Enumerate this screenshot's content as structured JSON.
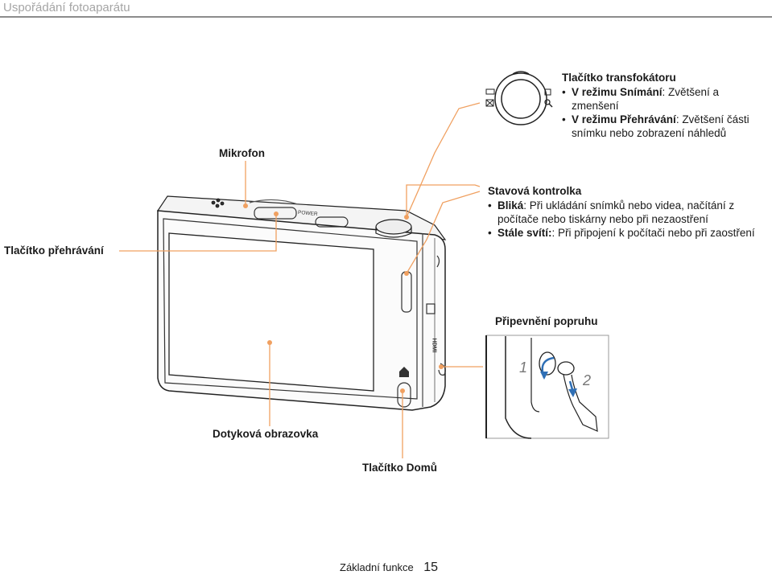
{
  "header": {
    "title": "Uspořádání fotoaparátu"
  },
  "labels": {
    "microphone": "Mikrofon",
    "playback_button": "Tlačítko přehrávání",
    "touchscreen": "Dotyková obrazovka",
    "home_button": "Tlačítko Domů",
    "strap": "Připevnění popruhu",
    "power_text": "POWER",
    "hdmi_text": "HDMI"
  },
  "zoom": {
    "title": "Tlačítko transfokátoru",
    "items": [
      {
        "bold": "V režimu Snímání",
        "rest": ": Zvětšení a",
        "cont": "zmenšení"
      },
      {
        "bold": "V režimu Přehrávání",
        "rest": ": Zvětšení části",
        "cont": "snímku nebo zobrazení náhledů"
      }
    ]
  },
  "status": {
    "title": "Stavová kontrolka",
    "items": [
      {
        "bold": "Bliká",
        "rest": ": Při ukládání snímků nebo videa, načítání z",
        "cont": "počítače nebo tiskárny nebo při nezaostření"
      },
      {
        "bold": "Stále svítí:",
        "rest": ": Při připojení k počítači nebo při zaostření",
        "cont": ""
      }
    ]
  },
  "strap_steps": {
    "step1": "1",
    "step2": "2"
  },
  "footer": {
    "label": "Základní funkce",
    "page": "15"
  },
  "colors": {
    "callout": "#f0a060",
    "header_text": "#a5a5a5",
    "arrow": "#2f6fb5"
  }
}
